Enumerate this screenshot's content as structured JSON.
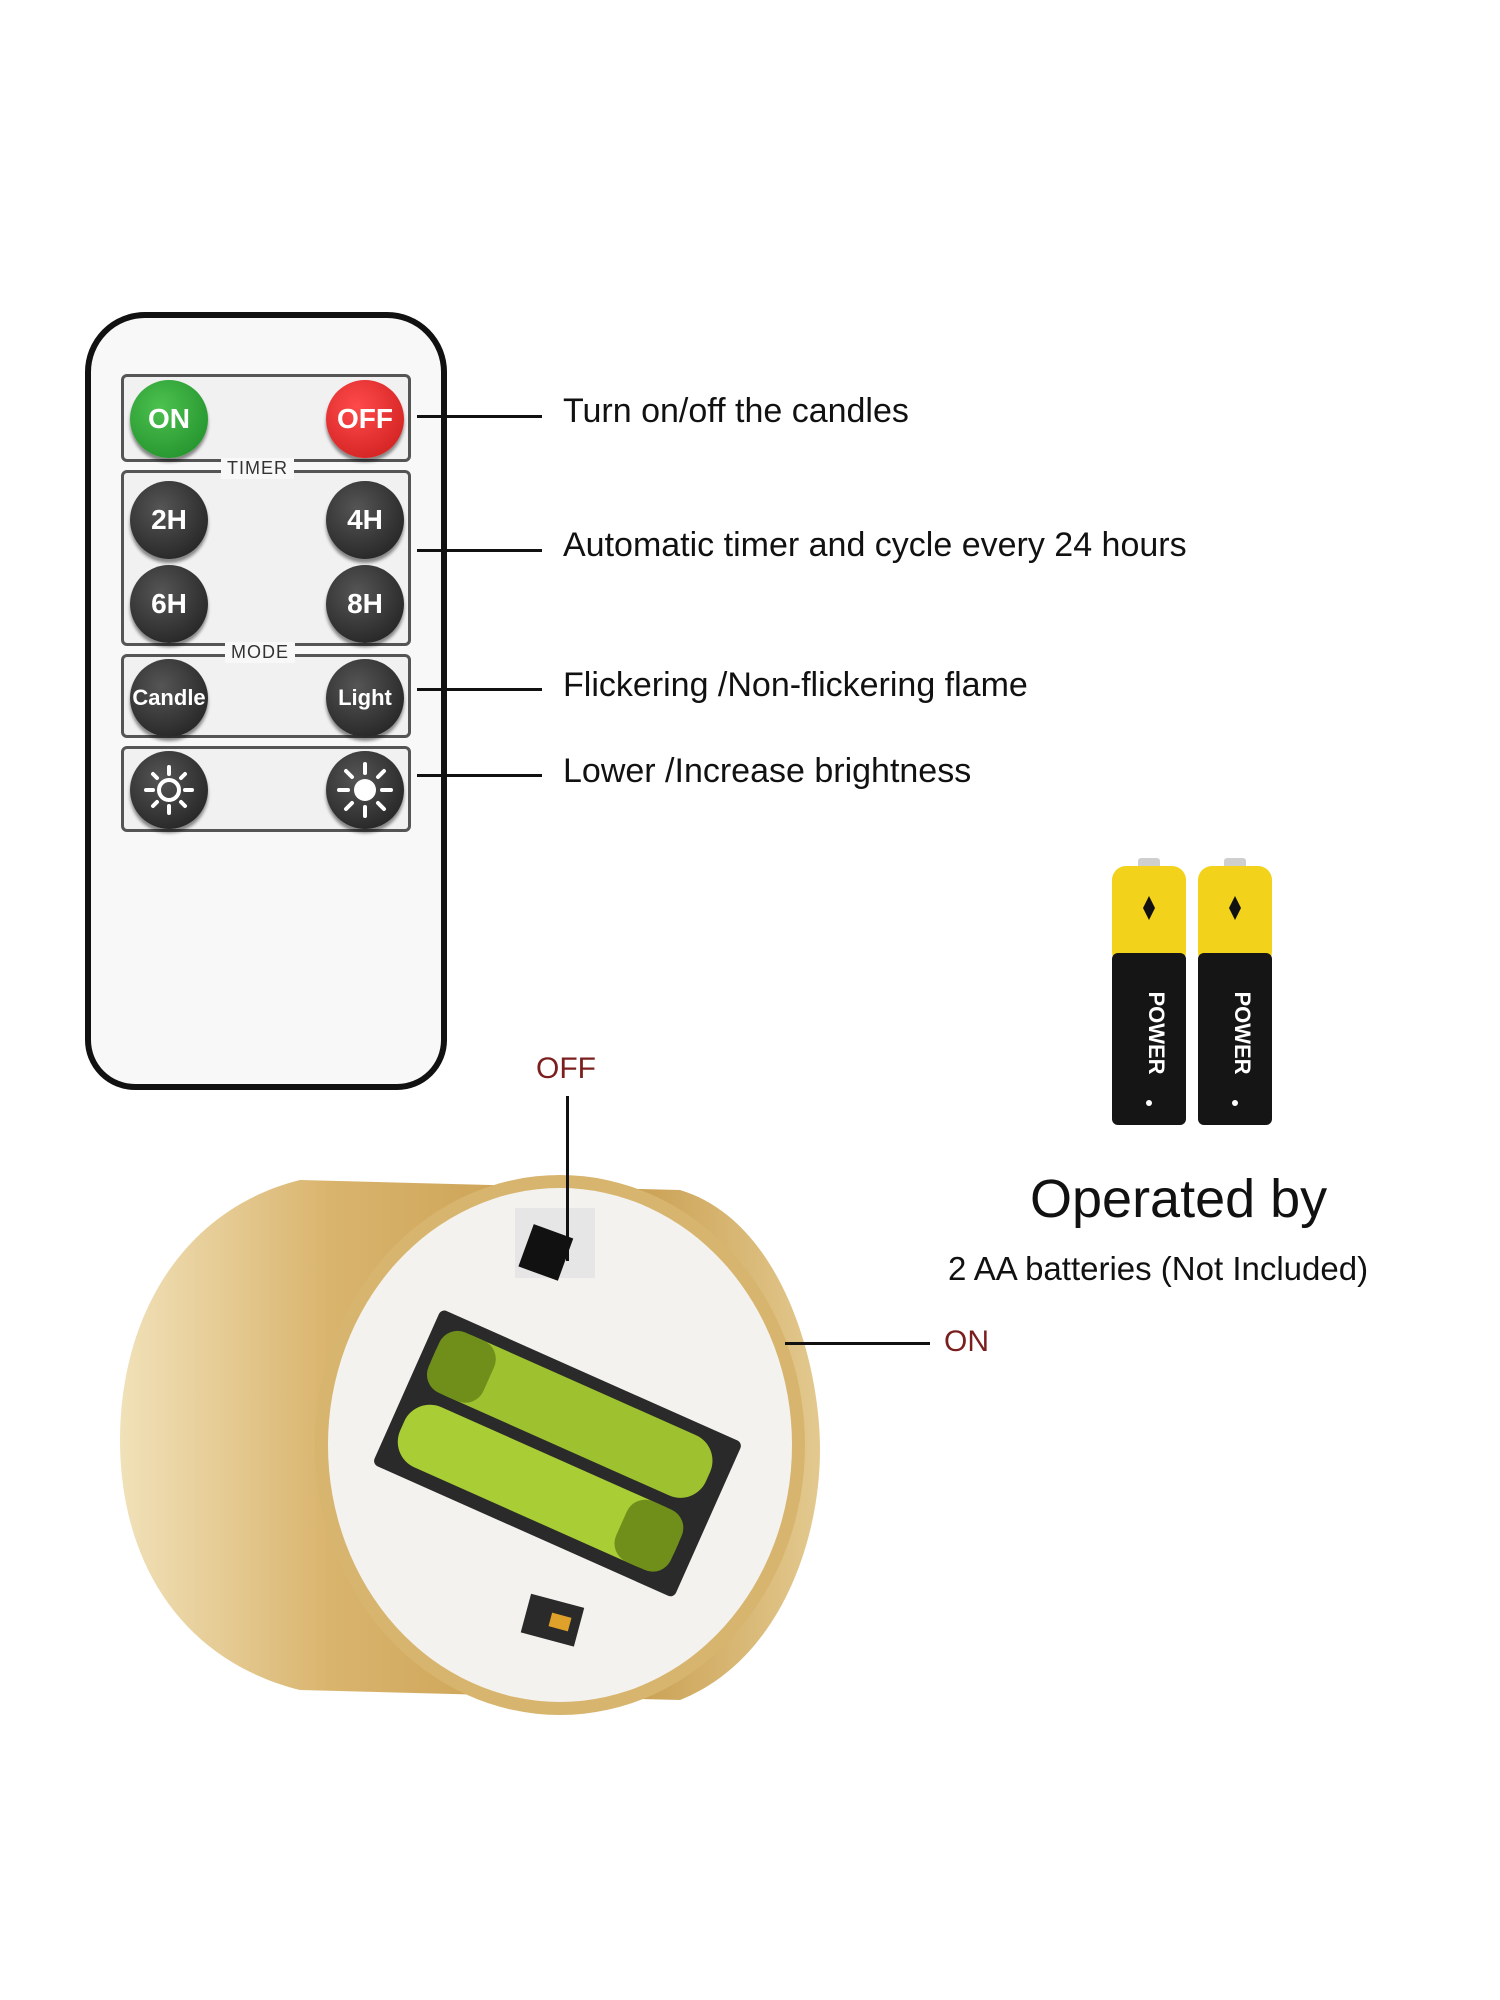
{
  "remote": {
    "power_row": {
      "on_label": "ON",
      "off_label": "OFF"
    },
    "timer_title": "TIMER",
    "timer_buttons": [
      "2H",
      "4H",
      "6H",
      "8H"
    ],
    "mode_title": "MODE",
    "mode_buttons": [
      "Candle",
      "Light"
    ],
    "brightness_buttons": [
      "sun-dim-icon",
      "sun-bright-icon"
    ]
  },
  "captions": {
    "power": "Turn on/off the candles",
    "timer": "Automatic timer and cycle every 24 hours",
    "mode": "Flickering /Non-flickering flame",
    "brightness": "Lower /Increase brightness"
  },
  "batteries": {
    "brand_text": "POWER",
    "heading": "Operated by",
    "subtext": "2 AA batteries (Not Included)"
  },
  "candle_switch": {
    "off_label": "OFF",
    "on_label": "ON"
  },
  "colors": {
    "on_button": "#2ea33a",
    "off_button": "#e52b2b",
    "battery_yellow": "#f2d21b",
    "candle_gold": "#d8b36a",
    "switch_label": "#7a1e1e"
  }
}
